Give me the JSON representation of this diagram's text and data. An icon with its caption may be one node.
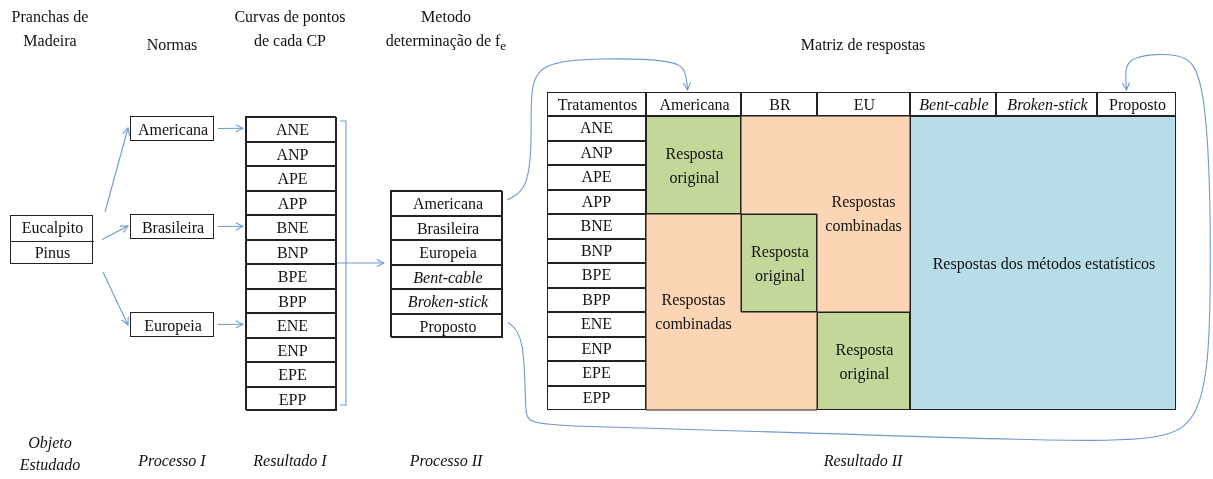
{
  "diagram": {
    "nodes": [
      {
        "text": [
          "Eucalpito",
          "Pinus"
        ]
      },
      {
        "text": [
          "Americana"
        ]
      },
      {
        "text": [
          "Brasileira"
        ]
      },
      {
        "text": [
          "Europeia"
        ]
      },
      {
        "text": [],
        "shape": "box"
      },
      {
        "text": [
          "ANE"
        ],
        "in": 4
      },
      {
        "text": [
          "ANP"
        ],
        "in": 4
      },
      {
        "text": [
          "APE"
        ],
        "in": 4
      },
      {
        "text": [
          "APP"
        ],
        "in": 4
      },
      {
        "text": [
          "BNE"
        ],
        "in": 4
      },
      {
        "text": [
          "BNP"
        ],
        "in": 4
      },
      {
        "text": [
          "BPE"
        ],
        "in": 4
      },
      {
        "text": [
          "BPP"
        ],
        "in": 4
      },
      {
        "text": [
          "ENE"
        ],
        "in": 4
      },
      {
        "text": [
          "ENP"
        ],
        "in": 4
      },
      {
        "text": [
          "EPE"
        ],
        "in": 4
      },
      {
        "text": [
          "EPP"
        ],
        "in": 4
      },
      {
        "text": [],
        "shape": "box"
      },
      {
        "text": [
          "Americana"
        ],
        "in": 17
      },
      {
        "text": [
          "Brasileira"
        ],
        "in": 17
      },
      {
        "text": [
          "Europeia"
        ],
        "in": 17
      },
      {
        "text": [
          "Bent-cable"
        ],
        "in": 17
      },
      {
        "text": [
          "Broken-stick"
        ],
        "in": 17
      },
      {
        "text": [
          "Proposto"
        ],
        "in": 17
      },
      {
        "text": [
          "Tratamentos"
        ]
      },
      {
        "text": [
          "Americana"
        ]
      },
      {
        "text": [
          "BR"
        ]
      },
      {
        "text": [
          "EU"
        ]
      },
      {
        "text": [
          "Bent-cable"
        ]
      },
      {
        "text": [
          "Broken-stick"
        ]
      },
      {
        "text": [
          "Proposto"
        ]
      },
      {
        "text": [
          "Resposta original"
        ]
      },
      {
        "text": [
          "Respostas combinadas"
        ]
      },
      {
        "text": [
          "Resposta original"
        ]
      },
      {
        "text": [
          "Respostas combinadas"
        ]
      },
      {
        "text": [
          "Resposta original"
        ]
      },
      {
        "text": [
          "Respostas dos métodos estatísticos"
        ]
      }
    ],
    "edges": [
      {
        "from": 0,
        "to": 1,
        "arrow": "to"
      },
      {
        "from": 0,
        "to": 2,
        "arrow": "to"
      },
      {
        "from": 0,
        "to": 3,
        "arrow": "to"
      },
      {
        "from": 1,
        "to": 5,
        "arrow": "to"
      },
      {
        "from": 2,
        "to": 9,
        "arrow": "to"
      },
      {
        "from": 3,
        "to": 13,
        "arrow": "to"
      },
      {
        "from": 4,
        "to": 17,
        "arrow": "to"
      },
      {
        "from": 18,
        "to": 25,
        "arrow": "to"
      },
      {
        "from": 23,
        "to": 30,
        "arrow": "to"
      }
    ],
    "labels": [
      "Pranchas de Madeira",
      "Normas",
      "Curvas de pontos de cada CP",
      "Metodo determinação de f$_{e}$",
      "Matriz de respostas",
      "ANE",
      "ANP",
      "APE",
      "APP",
      "BNE",
      "BNP",
      "BPE",
      "BPP",
      "ENE",
      "ENP",
      "EPE",
      "EPP",
      "Objeto Estudado",
      "Processo I",
      "Resultado I",
      "Processo II",
      "Resultado II"
    ]
  }
}
